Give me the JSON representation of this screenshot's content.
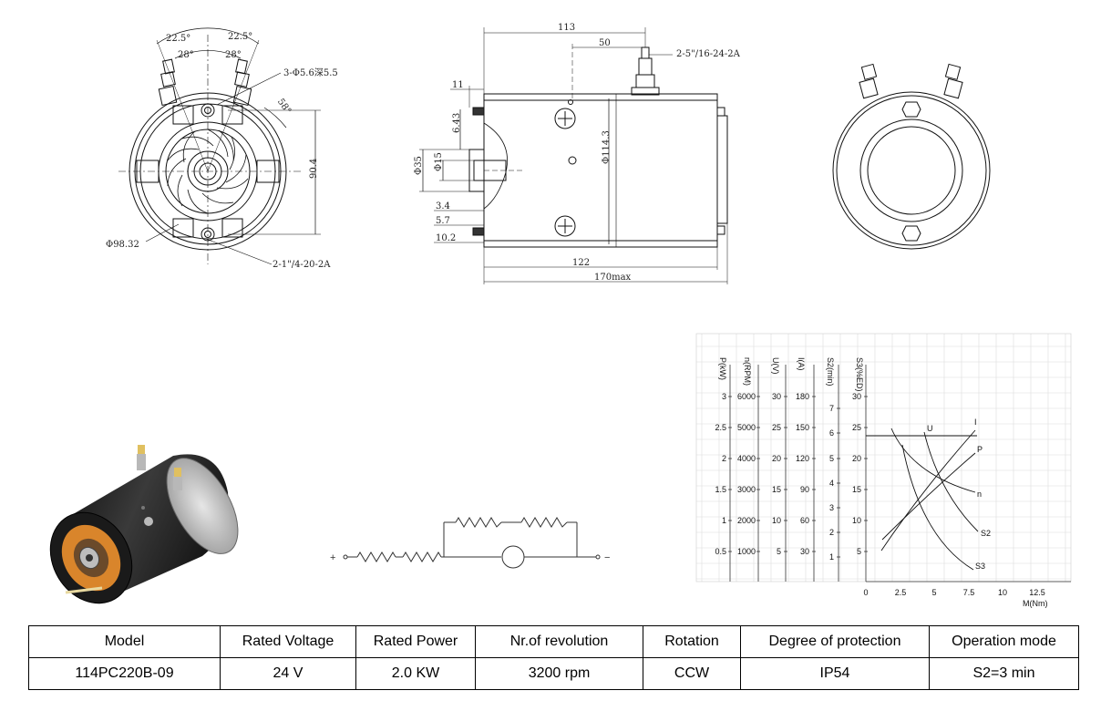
{
  "drawing": {
    "front_view": {
      "angle_left": "22.5°",
      "angle_right": "22.5°",
      "angle_left_inner": "28°",
      "angle_right_inner": "28°",
      "hole_note": "3-Φ5.6深5.5",
      "angle_58": "58°",
      "dim_height": "90.4",
      "dim_diameter": "Φ98.32",
      "thread_note": "2-1\"/4-20-2A"
    },
    "side_view": {
      "dim_113": "113",
      "dim_50": "50",
      "thread_note": "2-5\"/16-24-2A",
      "dim_11": "11",
      "dim_6_43": "6.43",
      "dim_d35": "Φ35",
      "dim_d15": "Φ15",
      "dim_3_4": "3.4",
      "dim_5_7": "5.7",
      "dim_10_2": "10.2",
      "dim_d114_3": "Φ114.3",
      "dim_122": "122",
      "dim_170": "170max"
    }
  },
  "performance_chart": {
    "axis_titles": [
      "P(kW)",
      "n(RPM)",
      "U(V)",
      "I(A)",
      "S2(min)",
      "S3(%ED)"
    ],
    "p_ticks": [
      "3",
      "2.5",
      "2",
      "1.5",
      "1",
      "0.5"
    ],
    "n_ticks": [
      "6000",
      "5000",
      "4000",
      "3000",
      "2000",
      "1000"
    ],
    "u_ticks": [
      "30",
      "25",
      "20",
      "15",
      "10",
      "5"
    ],
    "i_ticks": [
      "180",
      "150",
      "120",
      "90",
      "60",
      "30"
    ],
    "s2_ticks": [
      "7",
      "6",
      "5",
      "4",
      "3",
      "2",
      "1"
    ],
    "s3_ticks": [
      "30",
      "25",
      "20",
      "15",
      "10",
      "5"
    ],
    "x_ticks": [
      "0",
      "2.5",
      "5",
      "7.5",
      "10",
      "12.5"
    ],
    "x_label": "M(Nm)",
    "curve_labels": {
      "u": "U",
      "i": "I",
      "p": "P",
      "n": "n",
      "s2": "S2",
      "s3": "S3"
    }
  },
  "circuit": {
    "plus": "+",
    "minus": "−"
  },
  "table": {
    "headers": [
      "Model",
      "Rated Voltage",
      "Rated Power",
      "Nr.of revolution",
      "Rotation",
      "Degree of protection",
      "Operation mode"
    ],
    "values": [
      "114PC220B-09",
      "24 V",
      "2.0 KW",
      "3200 rpm",
      "CCW",
      "IP54",
      "S2=3 min"
    ]
  }
}
